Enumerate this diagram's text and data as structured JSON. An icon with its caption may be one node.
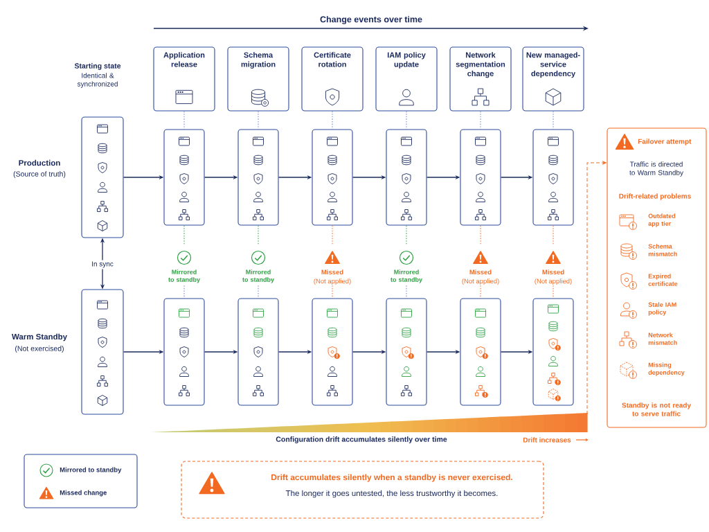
{
  "diagram": {
    "nodes": [
      {
        "text": [
          "Application release"
        ]
      },
      {
        "text": [
          "Schema migration"
        ]
      },
      {
        "text": [
          "Certificate rotation"
        ]
      },
      {
        "text": [
          "IAM policy update"
        ]
      },
      {
        "text": [
          "Network segmentation change"
        ]
      },
      {
        "text": [
          "New managed-service dependency"
        ]
      },
      {
        "text": [],
        "shape": "box",
        "beside": [
          "Production",
          "(Source of truth)"
        ]
      },
      {
        "text": [],
        "shape": "box"
      },
      {
        "text": [],
        "shape": "box"
      },
      {
        "text": [],
        "shape": "box"
      },
      {
        "text": [],
        "shape": "box"
      },
      {
        "text": [],
        "shape": "box"
      },
      {
        "text": [],
        "shape": "box"
      },
      {
        "text": [
          "Mirrored to standby"
        ]
      },
      {
        "text": [
          "Mirrored to standby"
        ]
      },
      {
        "text": [
          "Missed",
          "(Not applied)"
        ]
      },
      {
        "text": [
          "Mirrored to standby"
        ]
      },
      {
        "text": [
          "Missed",
          "(Not applied)"
        ]
      },
      {
        "text": [
          "Missed",
          "(Not applied)"
        ]
      },
      {
        "text": [],
        "shape": "box",
        "beside": [
          "Warm Standby",
          "(Not exercised)"
        ]
      },
      {
        "text": [],
        "shape": "box"
      },
      {
        "text": [],
        "shape": "box"
      },
      {
        "text": [],
        "shape": "box"
      },
      {
        "text": [],
        "shape": "box"
      },
      {
        "text": [],
        "shape": "box"
      },
      {
        "text": [],
        "shape": "box"
      },
      {
        "text": [
          "Failover attempt",
          "Traffic is directed to Warm Standby",
          "Drift-related problems",
          "Outdated app tier",
          "Schema mismatch",
          "Expired certificate",
          "Stale IAM policy",
          "Network mismatch",
          "Missing dependency",
          "Standby is not ready to serve traffic"
        ]
      },
      {
        "text": [
          "Drift accumulates silently when a standby is never exercised.",
          "The longer it goes untested, the less trustworthy it becomes."
        ]
      }
    ],
    "edges": [
      {
        "from": 0,
        "to": 7,
        "arrow": "none",
        "style": "dashed",
        "color": "#6b84cf"
      },
      {
        "from": 1,
        "to": 8,
        "arrow": "none",
        "style": "dashed",
        "color": "#6b84cf"
      },
      {
        "from": 2,
        "to": 9,
        "arrow": "none",
        "style": "dashed",
        "color": "#6b84cf"
      },
      {
        "from": 3,
        "to": 10,
        "arrow": "none",
        "style": "dashed",
        "color": "#6b84cf"
      },
      {
        "from": 4,
        "to": 11,
        "arrow": "none",
        "style": "dashed",
        "color": "#6b84cf"
      },
      {
        "from": 5,
        "to": 12,
        "arrow": "none",
        "style": "dashed",
        "color": "#6b84cf"
      },
      {
        "from": 7,
        "to": 13,
        "arrow": "none",
        "style": "dashed",
        "color": "#2ea043"
      },
      {
        "from": 8,
        "to": 14,
        "arrow": "none",
        "style": "dashed",
        "color": "#2ea043"
      },
      {
        "from": 9,
        "to": 15,
        "arrow": "none",
        "style": "dashed",
        "color": "#f26a21"
      },
      {
        "from": 10,
        "to": 16,
        "arrow": "none",
        "style": "dashed",
        "color": "#2ea043"
      },
      {
        "from": 11,
        "to": 17,
        "arrow": "none",
        "style": "dashed",
        "color": "#f26a21"
      },
      {
        "from": 12,
        "to": 18,
        "arrow": "none",
        "style": "dashed",
        "color": "#f26a21"
      },
      {
        "from": 13,
        "to": 20,
        "arrow": "none",
        "style": "dashed",
        "color": "#6b84cf"
      },
      {
        "from": 14,
        "to": 21,
        "arrow": "none",
        "style": "dashed",
        "color": "#6b84cf"
      },
      {
        "from": 15,
        "to": 22,
        "arrow": "none",
        "style": "dashed",
        "color": "#f26a21"
      },
      {
        "from": 16,
        "to": 23,
        "arrow": "none",
        "style": "dashed",
        "color": "#6b84cf"
      },
      {
        "from": 17,
        "to": 24,
        "arrow": "none",
        "style": "dashed",
        "color": "#f26a21"
      },
      {
        "from": 18,
        "to": 25,
        "arrow": "none",
        "style": "dashed",
        "color": "#f26a21"
      },
      {
        "from": 6,
        "to": 7,
        "arrow": "to"
      },
      {
        "from": 7,
        "to": 8,
        "arrow": "to"
      },
      {
        "from": 8,
        "to": 9,
        "arrow": "to"
      },
      {
        "from": 9,
        "to": 10,
        "arrow": "to"
      },
      {
        "from": 10,
        "to": 11,
        "arrow": "to"
      },
      {
        "from": 11,
        "to": 12,
        "arrow": "to"
      },
      {
        "from": 19,
        "to": 20,
        "arrow": "to"
      },
      {
        "from": 20,
        "to": 21,
        "arrow": "to"
      },
      {
        "from": 21,
        "to": 22,
        "arrow": "to"
      },
      {
        "from": 22,
        "to": 23,
        "arrow": "to"
      },
      {
        "from": 23,
        "to": 24,
        "arrow": "to"
      },
      {
        "from": 24,
        "to": 25,
        "arrow": "to"
      },
      {
        "from": 6,
        "to": 19,
        "arrow": "both",
        "label": "In sync"
      },
      {
        "from": null,
        "to": 26,
        "arrow": "to",
        "style": "dashed",
        "color": "#f26a21"
      }
    ],
    "labels": [
      "Change events over time",
      "Starting state",
      "Identical & synchronized",
      "Configuration drift accumulates silently over time",
      "Drift increases"
    ],
    "legend": [
      {
        "text": "Mirrored to standby"
      },
      {
        "text": "Missed change"
      }
    ]
  }
}
